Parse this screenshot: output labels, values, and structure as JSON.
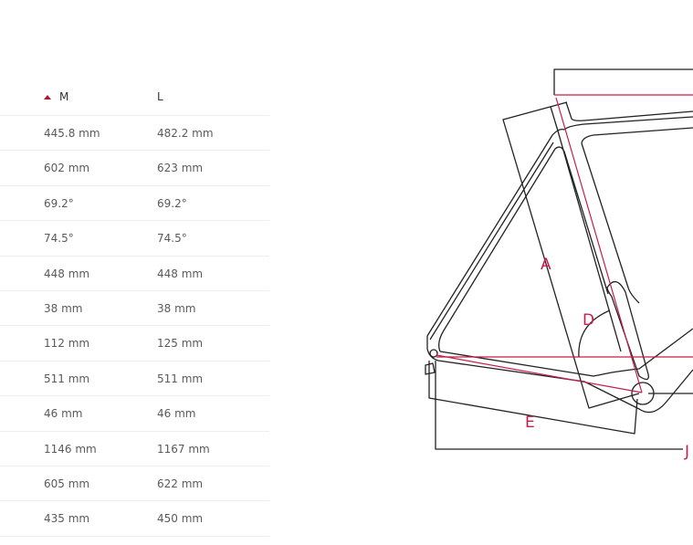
{
  "table": {
    "columns": [
      {
        "label": "M",
        "sorted": true,
        "sort_icon": "triangle-up-icon"
      },
      {
        "label": "L"
      }
    ],
    "rows": [
      [
        "445.8 mm",
        "482.2 mm"
      ],
      [
        "602 mm",
        "623 mm"
      ],
      [
        "69.2°",
        "69.2°"
      ],
      [
        "74.5°",
        "74.5°"
      ],
      [
        "448 mm",
        "448 mm"
      ],
      [
        "38 mm",
        "38 mm"
      ],
      [
        "112 mm",
        "125 mm"
      ],
      [
        "511 mm",
        "511 mm"
      ],
      [
        "46 mm",
        "46 mm"
      ],
      [
        "1146 mm",
        "1167 mm"
      ],
      [
        "605 mm",
        "622 mm"
      ],
      [
        "435 mm",
        "450 mm"
      ]
    ]
  },
  "diagram": {
    "labels": {
      "a": "A",
      "d": "D",
      "e": "E",
      "j": "J"
    },
    "accent": "#c41e4a"
  }
}
